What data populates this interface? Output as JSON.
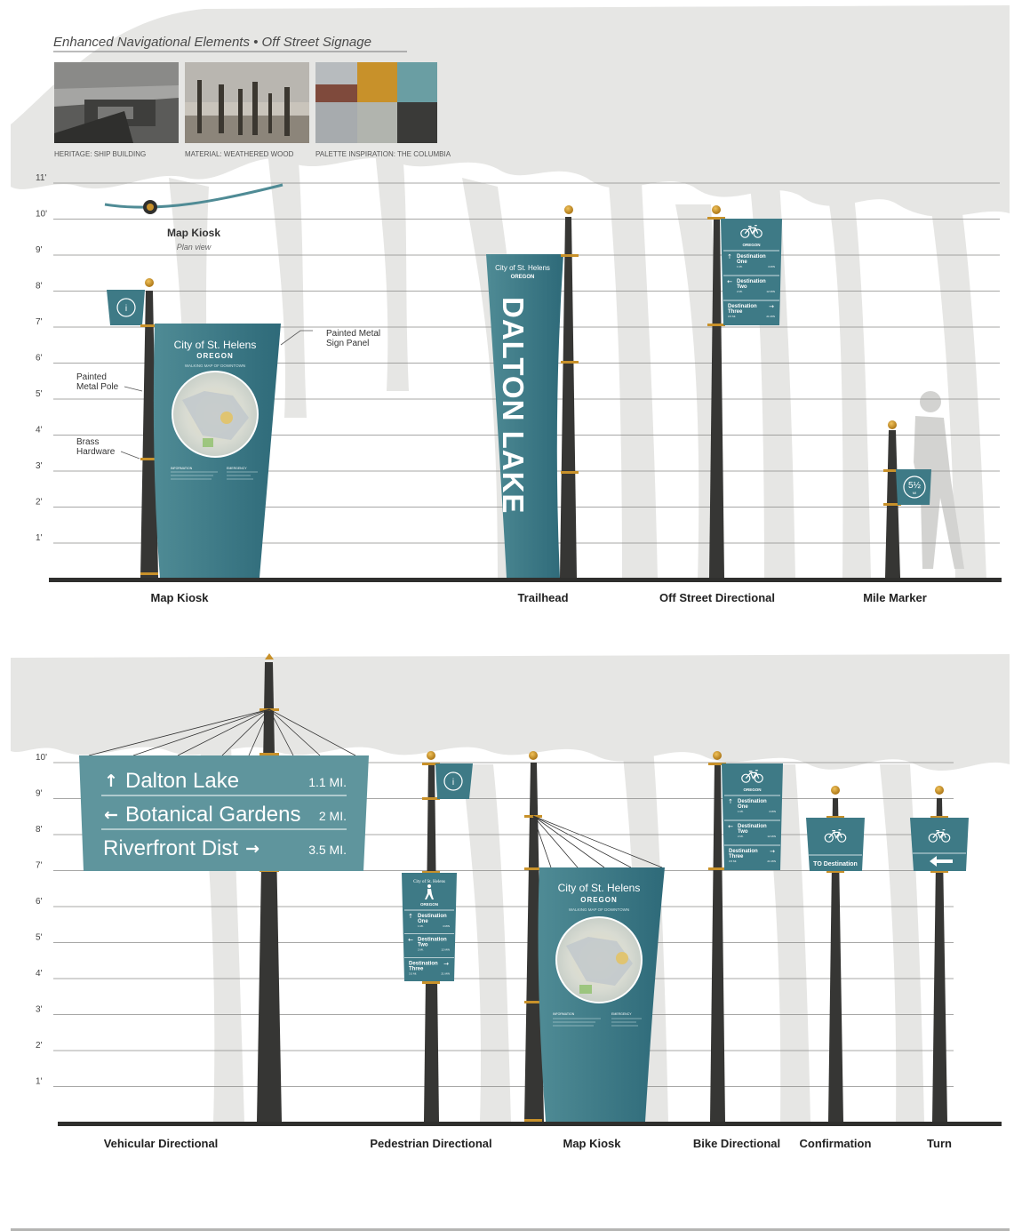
{
  "header": {
    "title": "Enhanced Navigational Elements • Off Street Signage"
  },
  "inspiration": [
    {
      "caption": "HERITAGE: SHIP BUILDING"
    },
    {
      "caption": "MATERIAL: WEATHERED WOOD"
    },
    {
      "caption": "PALETTE INSPIRATION: THE COLUMBIA"
    }
  ],
  "palette": {
    "gold": "#c8912a",
    "teal": "#6a9ea3",
    "gray": "#b1b4ae",
    "charcoal": "#3a3a38",
    "sign_teal": "#3e7a86",
    "sign_teal_dark": "#2e6675",
    "pole": "#363634",
    "brass": "#c8912a"
  },
  "scale_top": [
    "11'",
    "10'",
    "9'",
    "8'",
    "7'",
    "6'",
    "5'",
    "4'",
    "3'",
    "2'",
    "1'"
  ],
  "scale_bottom": [
    "10'",
    "9'",
    "8'",
    "7'",
    "6'",
    "5'",
    "4'",
    "3'",
    "2'",
    "1'"
  ],
  "plan": {
    "title": "Map Kiosk",
    "subtitle": "Plan view"
  },
  "callouts": {
    "panel": [
      "Painted Metal",
      "Sign Panel"
    ],
    "pole": [
      "Painted",
      "Metal Pole"
    ],
    "hardware": [
      "Brass",
      "Hardware"
    ]
  },
  "kiosk": {
    "city": "City of St. Helens",
    "state": "OREGON",
    "map_title": "WALKING MAP OF DOWNTOWN",
    "info_heading": "INFORMATION",
    "emergency_heading": "EMERGENCY"
  },
  "info_icon": "i",
  "trailhead": {
    "city": "City of St. Helens",
    "state": "OREGON",
    "name": "DALTON LAKE"
  },
  "directional": {
    "city": "City of St. Helens",
    "state": "OREGON",
    "destinations": [
      {
        "name": "Destination One",
        "arrow": "↑",
        "meta": "1 MI.",
        "time": "4 MIN"
      },
      {
        "name": "Destination Two",
        "arrow": "←",
        "meta": "2 MI.",
        "time": "12 MIN"
      },
      {
        "name": "Destination Three",
        "arrow": "→",
        "meta": "3.5 MI.",
        "time": "21 MIN"
      }
    ]
  },
  "mile_marker": {
    "value": "5½",
    "unit": "MI"
  },
  "labels_top": [
    "Map Kiosk",
    "Trailhead",
    "Off Street Directional",
    "Mile Marker"
  ],
  "vehicular": {
    "rows": [
      {
        "arrow": "↑",
        "name": "Dalton Lake",
        "distance": "1.1 MI."
      },
      {
        "arrow": "←",
        "name": "Botanical Gardens",
        "distance": "2 MI."
      },
      {
        "arrow": "→",
        "name": "Riverfront Dist",
        "distance": "3.5 MI."
      }
    ]
  },
  "confirmation": {
    "text": "TO Destination"
  },
  "labels_bottom": [
    "Vehicular Directional",
    "Pedestrian Directional",
    "Map Kiosk",
    "Bike Directional",
    "Confirmation",
    "Turn"
  ]
}
